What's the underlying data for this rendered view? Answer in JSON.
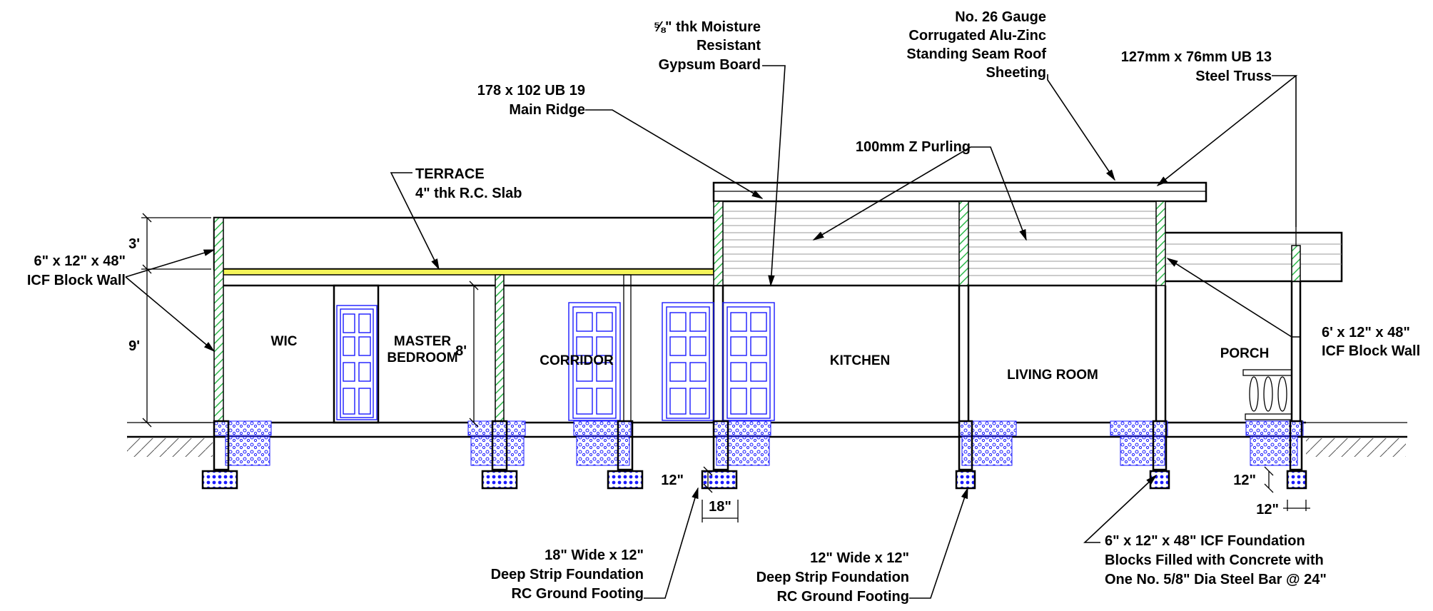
{
  "dimensions": {
    "parapet": "3'",
    "wall_height": "9'",
    "room_height": "8'",
    "footing_depth": "12\"",
    "footing_width": "18\"",
    "small_footing_depth": "12\"",
    "small_footing_width": "12\""
  },
  "rooms": {
    "wic": "WIC",
    "master_line1": "MASTER",
    "master_line2": "BEDROOM",
    "corridor": "CORRIDOR",
    "kitchen": "KITCHEN",
    "living": "LIVING ROOM",
    "porch": "PORCH"
  },
  "labels": {
    "gypsum_line1": "⅝\" thk  Moisture",
    "gypsum_line2": "Resistant",
    "gypsum_line3": "Gypsum  Board",
    "roof_line1": "No. 26 Gauge",
    "roof_line2": "Corrugated Alu-Zinc",
    "roof_line3": "Standing Seam Roof",
    "roof_line4": "Sheeting",
    "truss_line1": "127mm  x 76mm UB 13",
    "truss_line2": "Steel  Truss",
    "ridge_line1": "178 x 102 UB 19",
    "ridge_line2": "Main  Ridge",
    "purling": "100mm Z Purling",
    "terrace_line1": "TERRACE",
    "terrace_line2": "4\" thk  R.C.  Slab",
    "icf_left_line1": "6\" x 12\" x 48\"",
    "icf_left_line2": "ICF Block Wall",
    "icf_right_line1": "6' x 12\" x 48\"",
    "icf_right_line2": "ICF Block Wall",
    "strip18_line1": "18\"  Wide x 12\"",
    "strip18_line2": "Deep Strip Foundation",
    "strip18_line3": "RC  Ground  Footing",
    "strip12_line1": "12\"  Wide x 12\"",
    "strip12_line2": "Deep Strip  Foundation",
    "strip12_line3": "RC  Ground  Footing",
    "icf_found_line1": "6\" x 12\" x 48\" ICF Foundation",
    "icf_found_line2": "Blocks  Filled  with  Concrete  with",
    "icf_found_line3": "One  No. 5/8\" Dia  Steel  Bar @ 24\""
  },
  "colors": {
    "slab_highlight": "#f5f55a",
    "wall_hatch": "#2db84a",
    "door_blue": "#1a1aff",
    "line": "#000000"
  }
}
